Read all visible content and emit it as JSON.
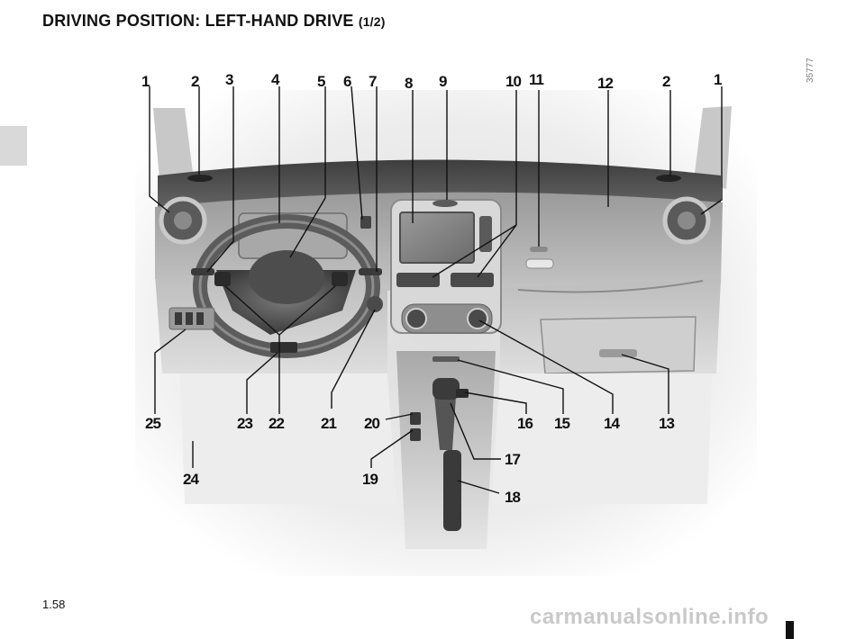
{
  "header": {
    "title": "DRIVING POSITION: LEFT-HAND DRIVE",
    "subtitle": "(1/2)"
  },
  "figure_code": "35777",
  "page_number": "1.58",
  "watermark": "carmanualsonline.info",
  "callouts": {
    "c1": "1",
    "c2": "2",
    "c3": "3",
    "c4": "4",
    "c5": "5",
    "c6": "6",
    "c7": "7",
    "c8": "8",
    "c9": "9",
    "c10": "10",
    "c11": "11",
    "c12": "12",
    "c2r": "2",
    "c1r": "1",
    "c13": "13",
    "c14": "14",
    "c15": "15",
    "c16": "16",
    "c17": "17",
    "c18": "18",
    "c19": "19",
    "c20": "20",
    "c21": "21",
    "c22": "22",
    "c23": "23",
    "c24": "24",
    "c25": "25"
  }
}
